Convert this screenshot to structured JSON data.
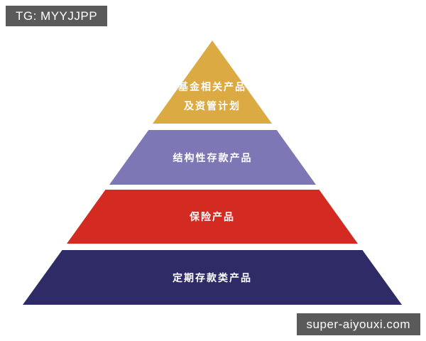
{
  "watermarks": {
    "top_left": "TG: MYYJJPP",
    "bottom_right": "super-aiyouxi.com"
  },
  "pyramid": {
    "type": "pyramid-diagram",
    "levels": [
      {
        "color": "#dcaa42",
        "lines": [
          "基金相关产品",
          "及资管计划"
        ]
      },
      {
        "color": "#7d77b5",
        "lines": [
          "结构性存款产品"
        ]
      },
      {
        "color": "#d32a22",
        "lines": [
          "保险产品"
        ]
      },
      {
        "color": "#2e2b66",
        "lines": [
          "定期存款类产品"
        ]
      }
    ]
  },
  "colors": {
    "background": "#ffffff",
    "watermark_bg": "#5a5a5a",
    "watermark_text": "#ffffff",
    "level_text": "#ffffff"
  }
}
